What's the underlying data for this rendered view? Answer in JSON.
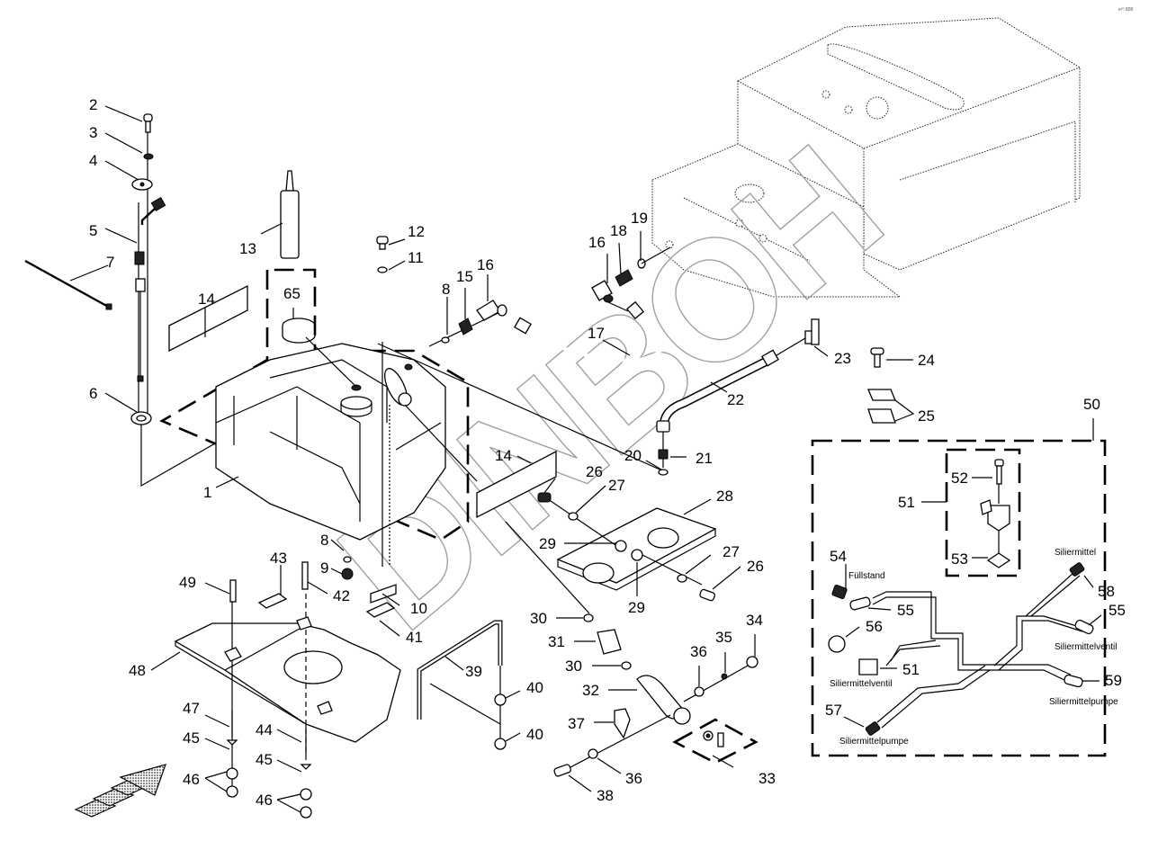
{
  "corner_code": "e²⁰ 808",
  "watermark": "DINBOH",
  "callouts": {
    "c1": "1",
    "c2": "2",
    "c3": "3",
    "c4": "4",
    "c5": "5",
    "c6": "6",
    "c7": "7",
    "c8a": "8",
    "c8b": "8",
    "c9": "9",
    "c10": "10",
    "c11": "11",
    "c12": "12",
    "c13": "13",
    "c14a": "14",
    "c14b": "14",
    "c15": "15",
    "c16a": "16",
    "c16b": "16",
    "c17": "17",
    "c18": "18",
    "c19": "19",
    "c20": "20",
    "c21": "21",
    "c22": "22",
    "c23": "23",
    "c24": "24",
    "c25": "25",
    "c26a": "26",
    "c26b": "26",
    "c27a": "27",
    "c27b": "27",
    "c28": "28",
    "c29a": "29",
    "c29b": "29",
    "c30a": "30",
    "c30b": "30",
    "c31": "31",
    "c32": "32",
    "c33": "33",
    "c34": "34",
    "c35": "35",
    "c36a": "36",
    "c36b": "36",
    "c37": "37",
    "c38": "38",
    "c39": "39",
    "c40a": "40",
    "c40b": "40",
    "c41": "41",
    "c42": "42",
    "c43": "43",
    "c44": "44",
    "c45a": "45",
    "c45b": "45",
    "c46a": "46",
    "c46b": "46",
    "c47": "47",
    "c48": "48",
    "c49": "49",
    "c50": "50",
    "c51a": "51",
    "c51b": "51",
    "c52": "52",
    "c53": "53",
    "c54": "54",
    "c55a": "55",
    "c55b": "55",
    "c56": "56",
    "c57": "57",
    "c58": "58",
    "c59": "59",
    "c65": "65"
  },
  "harness_labels": {
    "fuellstand": "Füllstand",
    "siliermittel": "Siliermittel",
    "siliermittelventil_right": "Siliermittelventil",
    "siliermittelventil_left": "Siliermittelventil",
    "siliermittelpumpe_right": "Siliermittelpumpe",
    "siliermittelpumpe_left": "Siliermittelpumpe"
  },
  "orientation_arrow": "direction-of-travel-arrow"
}
